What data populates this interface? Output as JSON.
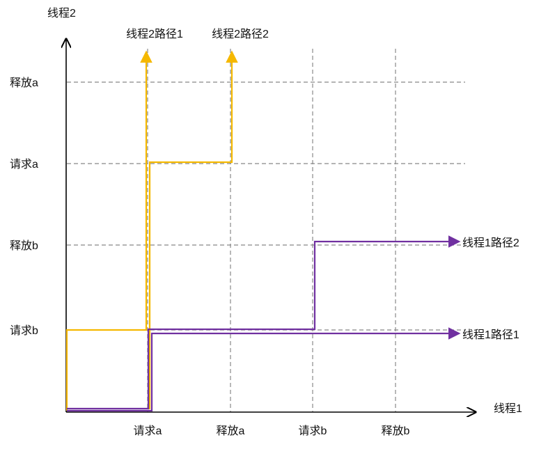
{
  "axes": {
    "x_title": "线程1",
    "y_title": "线程2",
    "x_ticks": [
      "请求a",
      "释放a",
      "请求b",
      "释放b"
    ],
    "y_ticks": [
      "请求b",
      "释放b",
      "请求a",
      "释放a"
    ]
  },
  "paths": [
    {
      "label": "线程2路径1",
      "color": "#F5B800"
    },
    {
      "label": "线程2路径2",
      "color": "#F5B800"
    },
    {
      "label": "线程1路径1",
      "color": "#7030A0"
    },
    {
      "label": "线程1路径2",
      "color": "#7030A0"
    }
  ],
  "colors": {
    "axis": "#000000",
    "grid": "#888888",
    "thread2": "#F5B800",
    "thread1": "#7030A0"
  }
}
